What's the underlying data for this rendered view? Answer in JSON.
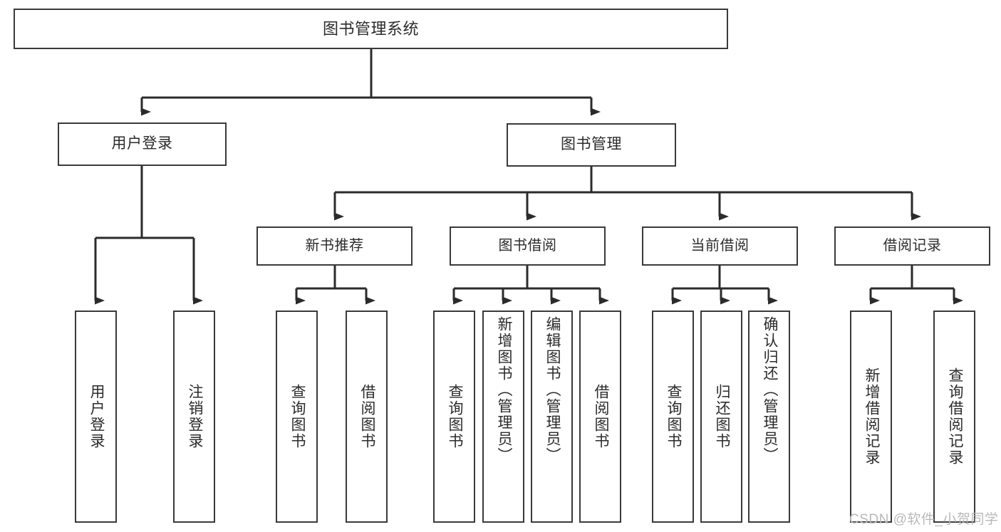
{
  "diagram": {
    "title": "图书管理系统",
    "type": "tree",
    "root": {
      "id": "root",
      "label": "图书管理系统"
    },
    "level1": [
      {
        "id": "user-login",
        "label": "用户登录"
      },
      {
        "id": "book-manage",
        "label": "图书管理"
      }
    ],
    "level2": [
      {
        "id": "new-book-recommend",
        "label": "新书推荐",
        "parent": "book-manage"
      },
      {
        "id": "book-borrow",
        "label": "图书借阅",
        "parent": "book-manage"
      },
      {
        "id": "current-borrow",
        "label": "当前借阅",
        "parent": "book-manage"
      },
      {
        "id": "borrow-record",
        "label": "借阅记录",
        "parent": "book-manage"
      }
    ],
    "leaves": [
      {
        "id": "leaf-user-login",
        "label": "用户登录",
        "parent": "user-login"
      },
      {
        "id": "leaf-user-logout",
        "label": "注销登录",
        "parent": "user-login"
      },
      {
        "id": "leaf-query-book-1",
        "label": "查询图书",
        "parent": "new-book-recommend"
      },
      {
        "id": "leaf-borrow-book-1",
        "label": "借阅图书",
        "parent": "new-book-recommend"
      },
      {
        "id": "leaf-query-book-2",
        "label": "查询图书",
        "parent": "book-borrow"
      },
      {
        "id": "leaf-add-book",
        "label": "新增图书（管理员）",
        "parent": "book-borrow"
      },
      {
        "id": "leaf-edit-book",
        "label": "编辑图书（管理员）",
        "parent": "book-borrow"
      },
      {
        "id": "leaf-borrow-book-2",
        "label": "借阅图书",
        "parent": "book-borrow"
      },
      {
        "id": "leaf-query-book-3",
        "label": "查询图书",
        "parent": "current-borrow"
      },
      {
        "id": "leaf-return-book",
        "label": "归还图书",
        "parent": "current-borrow"
      },
      {
        "id": "leaf-confirm-return",
        "label": "确认归还（管理员）",
        "parent": "current-borrow"
      },
      {
        "id": "leaf-add-record",
        "label": "新增借阅记录",
        "parent": "borrow-record"
      },
      {
        "id": "leaf-query-record",
        "label": "查询借阅记录",
        "parent": "borrow-record"
      }
    ],
    "colors": {
      "box_border": "#3a3a3a",
      "box_fill": "#ffffff",
      "connector": "#2b2b2b",
      "text": "#2b2b2b",
      "watermark": "#b9b9b9",
      "background": "#ffffff"
    }
  },
  "watermark": {
    "text": "CSDN @软件_小贺同学"
  }
}
